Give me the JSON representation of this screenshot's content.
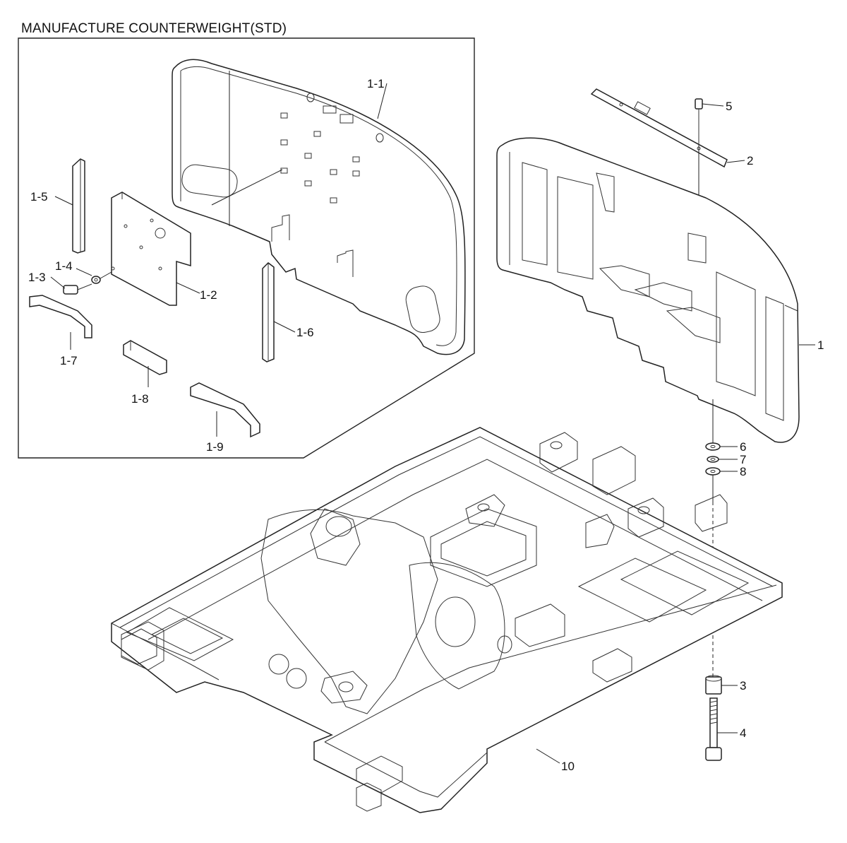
{
  "title": "MANUFACTURE COUNTERWEIGHT(STD)",
  "callouts": {
    "c1_1": "1-1",
    "c1_2": "1-2",
    "c1_3": "1-3",
    "c1_4": "1-4",
    "c1_5": "1-5",
    "c1_6": "1-6",
    "c1_7": "1-7",
    "c1_8": "1-8",
    "c1_9": "1-9",
    "c1": "1",
    "c2": "2",
    "c3": "3",
    "c4": "4",
    "c5": "5",
    "c6": "6",
    "c7": "7",
    "c8": "8",
    "c10": "10"
  }
}
